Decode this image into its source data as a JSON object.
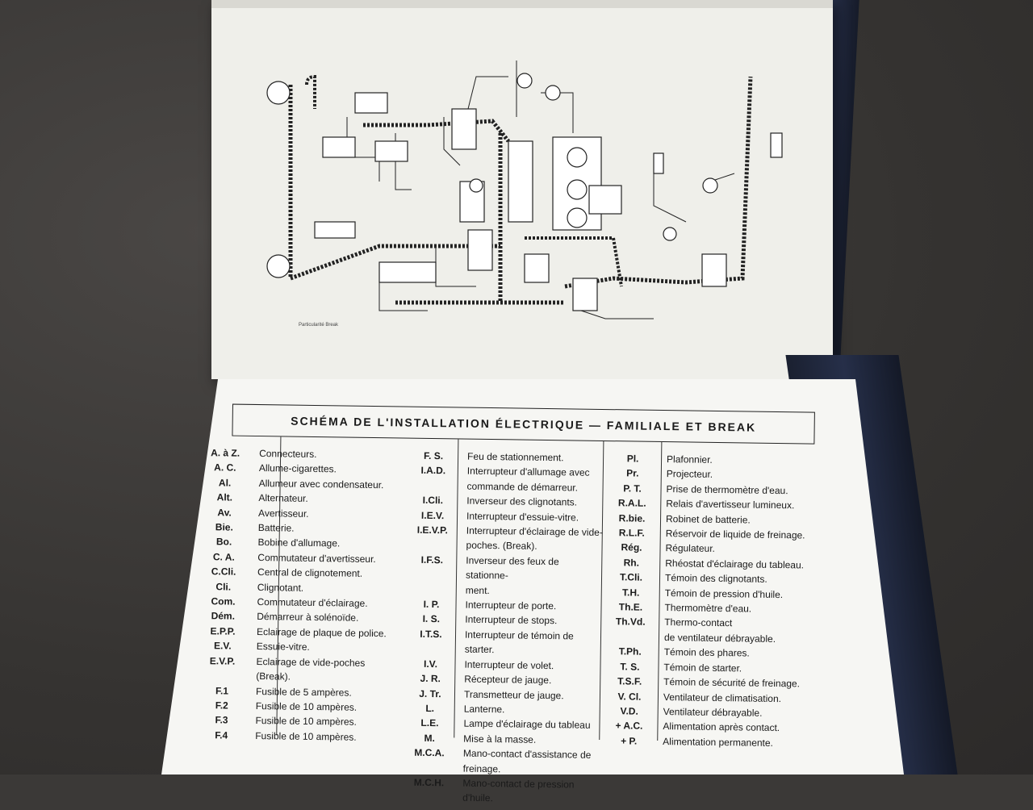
{
  "diagram": {
    "caption": "Particularité Break"
  },
  "legend": {
    "title": "SCHÉMA DE L'INSTALLATION ÉLECTRIQUE — FAMILIALE ET BREAK",
    "col1": [
      {
        "abbr": "A. à Z.",
        "def": "Connecteurs."
      },
      {
        "abbr": "A. C.",
        "def": "Allume-cigarettes."
      },
      {
        "abbr": "Al.",
        "def": "Allumeur avec condensateur."
      },
      {
        "abbr": "Alt.",
        "def": "Alternateur."
      },
      {
        "abbr": "Av.",
        "def": "Avertisseur."
      },
      {
        "abbr": "Bie.",
        "def": "Batterie."
      },
      {
        "abbr": "Bo.",
        "def": "Bobine d'allumage."
      },
      {
        "abbr": "C. A.",
        "def": "Commutateur d'avertisseur."
      },
      {
        "abbr": "C.Cli.",
        "def": "Central de clignotement."
      },
      {
        "abbr": "Cli.",
        "def": "Clignotant."
      },
      {
        "abbr": "Com.",
        "def": "Commutateur d'éclairage."
      },
      {
        "abbr": "Dém.",
        "def": "Démarreur à solénoïde."
      },
      {
        "abbr": "E.P.P.",
        "def": "Eclairage de plaque de police."
      },
      {
        "abbr": "E.V.",
        "def": "Essuie-vitre."
      },
      {
        "abbr": "E.V.P.",
        "def": "Eclairage de vide-poches (Break)."
      },
      {
        "abbr": "F.1",
        "def": "Fusible de 5 ampères."
      },
      {
        "abbr": "F.2",
        "def": "Fusible de 10 ampères."
      },
      {
        "abbr": "F.3",
        "def": "Fusible de 10 ampères."
      },
      {
        "abbr": "F.4",
        "def": "Fusible de 10 ampères."
      }
    ],
    "col2": [
      {
        "abbr": "F. S.",
        "def": "Feu de stationnement."
      },
      {
        "abbr": "I.A.D.",
        "def": "Interrupteur d'allumage avec\ncommande de démarreur."
      },
      {
        "abbr": "I.Cli.",
        "def": "Inverseur des clignotants."
      },
      {
        "abbr": "I.E.V.",
        "def": "Interrupteur d'essuie-vitre."
      },
      {
        "abbr": "I.E.V.P.",
        "def": "Interrupteur d'éclairage de vide-\npoches. (Break)."
      },
      {
        "abbr": "I.F.S.",
        "def": "Inverseur des feux de stationne-\nment."
      },
      {
        "abbr": "I. P.",
        "def": "Interrupteur de porte."
      },
      {
        "abbr": "I. S.",
        "def": "Interrupteur de stops."
      },
      {
        "abbr": "I.T.S.",
        "def": "Interrupteur de témoin de starter."
      },
      {
        "abbr": "I.V.",
        "def": "Interrupteur de volet."
      },
      {
        "abbr": "J. R.",
        "def": "Récepteur de jauge."
      },
      {
        "abbr": "J. Tr.",
        "def": "Transmetteur de jauge."
      },
      {
        "abbr": "L.",
        "def": "Lanterne."
      },
      {
        "abbr": "L.E.",
        "def": "Lampe d'éclairage du tableau"
      },
      {
        "abbr": "M.",
        "def": "Mise à la masse."
      },
      {
        "abbr": "M.C.A.",
        "def": "Mano-contact d'assistance de\nfreinage."
      },
      {
        "abbr": "M.C.H.",
        "def": "Mano-contact de pression\nd'huile."
      }
    ],
    "col3": [
      {
        "abbr": "Pl.",
        "def": "Plafonnier."
      },
      {
        "abbr": "Pr.",
        "def": "Projecteur."
      },
      {
        "abbr": "P. T.",
        "def": "Prise de thermomètre d'eau."
      },
      {
        "abbr": "R.A.L.",
        "def": "Relais d'avertisseur lumineux."
      },
      {
        "abbr": "R.bie.",
        "def": "Robinet de batterie."
      },
      {
        "abbr": "R.L.F.",
        "def": "Réservoir de liquide de freinage."
      },
      {
        "abbr": "Rég.",
        "def": "Régulateur."
      },
      {
        "abbr": "Rh.",
        "def": "Rhéostat d'éclairage du tableau."
      },
      {
        "abbr": "T.Cli.",
        "def": "Témoin des clignotants."
      },
      {
        "abbr": "T.H.",
        "def": "Témoin de pression d'huile."
      },
      {
        "abbr": "Th.E.",
        "def": "Thermomètre d'eau."
      },
      {
        "abbr": "Th.Vd.",
        "def": "Thermo-contact\nde ventilateur débrayable."
      },
      {
        "abbr": "T.Ph.",
        "def": "Témoin des phares."
      },
      {
        "abbr": "T. S.",
        "def": "Témoin de starter."
      },
      {
        "abbr": "T.S.F.",
        "def": "Témoin de sécurité de freinage."
      },
      {
        "abbr": "V. Cl.",
        "def": "Ventilateur de climatisation."
      },
      {
        "abbr": "V.D.",
        "def": "Ventilateur débrayable."
      },
      {
        "abbr": "+ A.C.",
        "def": "Alimentation après contact."
      },
      {
        "abbr": "+ P.",
        "def": "Alimentation permanente."
      }
    ]
  }
}
